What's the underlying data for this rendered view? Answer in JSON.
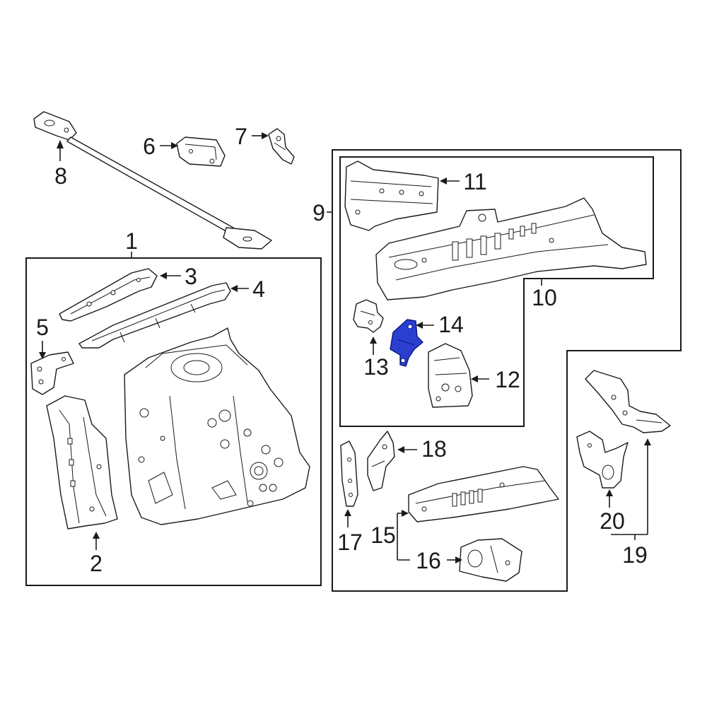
{
  "callouts": {
    "c1": "1",
    "c2": "2",
    "c3": "3",
    "c4": "4",
    "c5": "5",
    "c6": "6",
    "c7": "7",
    "c8": "8",
    "c9": "9",
    "c10": "10",
    "c11": "11",
    "c12": "12",
    "c13": "13",
    "c14": "14",
    "c15": "15",
    "c16": "16",
    "c17": "17",
    "c18": "18",
    "c19": "19",
    "c20": "20"
  },
  "colors": {
    "line": "#1a1a1a",
    "highlight_part": "#2a3fd0",
    "background": "#ffffff"
  }
}
